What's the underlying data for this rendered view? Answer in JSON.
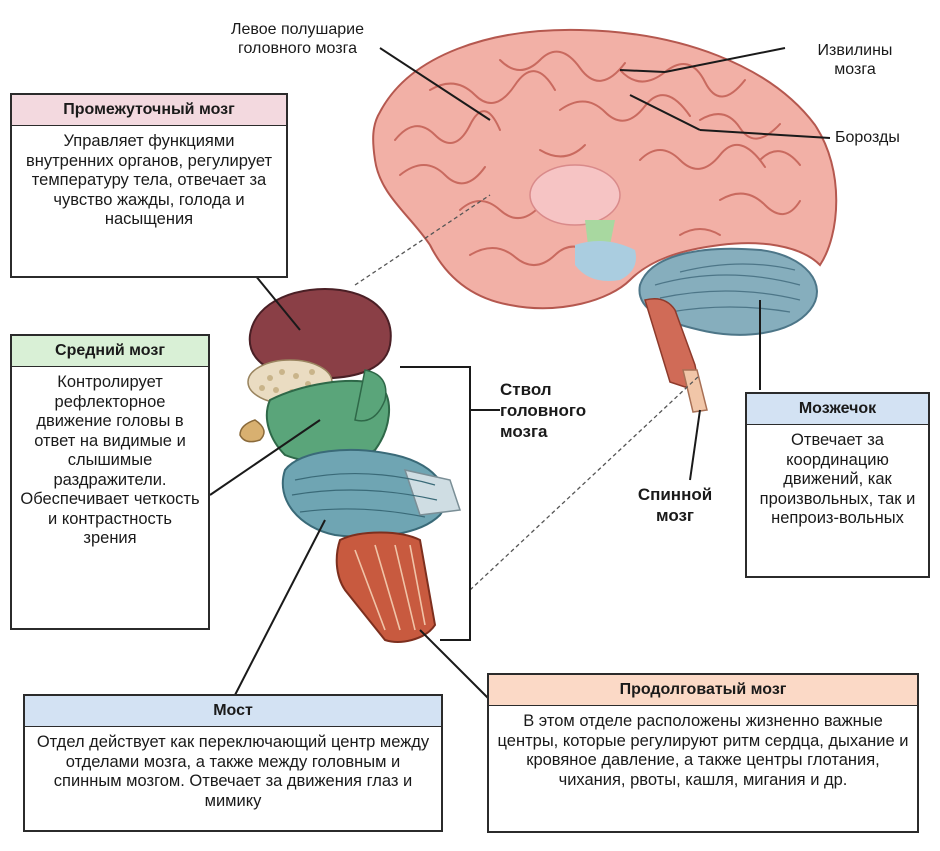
{
  "labels": {
    "left_hemisphere": "Левое полушарие головного мозга",
    "gyri": "Извилины мозга",
    "sulci": "Борозды",
    "brainstem": "Ствол головного мозга",
    "spinal_cord": "Спинной мозг"
  },
  "boxes": {
    "diencephalon": {
      "title": "Промежуточный мозг",
      "text": "Управляет функциями внутренних органов, регулирует температуру тела, отвечает за чувство жажды, голода и насыщения",
      "color": "#f3d9df"
    },
    "midbrain": {
      "title": "Средний мозг",
      "text": "Контролирует рефлекторное движение головы в ответ на видимые и слышимые раздражители. Обеспечивает четкость и контрастность зрения",
      "color": "#d9f0d6"
    },
    "cerebellum": {
      "title": "Мозжечок",
      "text": "Отвечает за координацию движений, как произвольных, так и непроиз-вольных",
      "color": "#d3e2f3"
    },
    "pons": {
      "title": "Мост",
      "text": "Отдел действует как переключающий центр между отделами мозга, а также между головным и спинным мозгом. Отвечает за движения глаз и мимику",
      "color": "#d3e2f3"
    },
    "medulla": {
      "title": "Продолговатый мозг",
      "text": "В этом отделе расположены жизненно важные центры, которые регулируют ритм сердца, дыхание и кровяное давление, а также центры глотания, чихания, рвоты, кашля, мигания и др.",
      "color": "#fbd9c6"
    }
  },
  "colors": {
    "cortex": "#f2b0a6",
    "cortex_outline": "#b5584f",
    "diencephalon": "#8a3f46",
    "midbrain": "#5aa57a",
    "pons": "#6fa5b3",
    "cerebellum": "#86aebd",
    "medulla": "#c85a3f"
  }
}
